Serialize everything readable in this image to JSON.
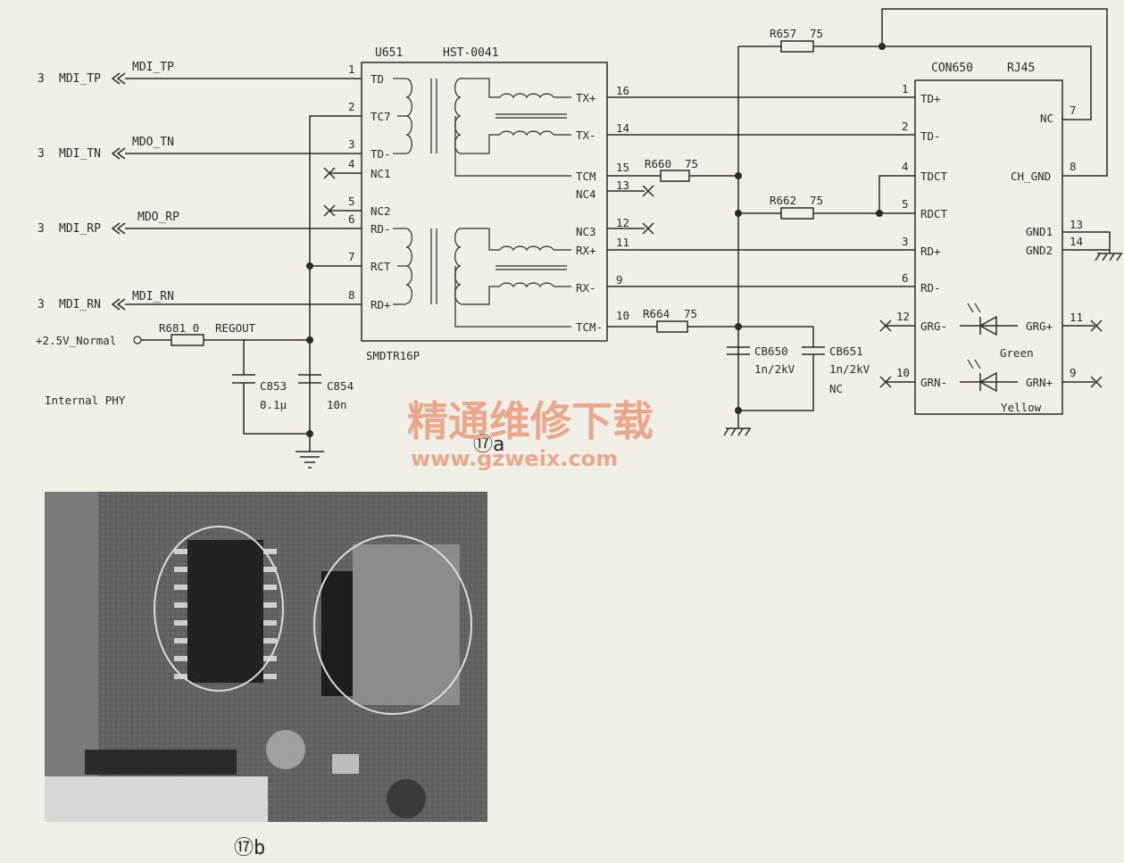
{
  "schematic": {
    "transformer": {
      "ref": "U651",
      "part": "HST-0041",
      "package": "SMDTR16P"
    },
    "connector": {
      "ref": "CON650",
      "type": "RJ45"
    },
    "left_nets": [
      {
        "prefix": "3",
        "port": "MDI_TP",
        "net": "MDI_TP"
      },
      {
        "prefix": "3",
        "port": "MDI_TN",
        "net": "MDO_TN"
      },
      {
        "prefix": "3",
        "port": "MDI_RP",
        "net": "MDO_RP"
      },
      {
        "prefix": "3",
        "port": "MDI_RN",
        "net": "MDI_RN"
      }
    ],
    "power_label": "+2.5V_Normal",
    "phy_note": "Internal PHY",
    "regout": {
      "res": "R681 0",
      "net": "REGOUT"
    },
    "caps_left": [
      {
        "ref": "C853",
        "val": "0.1μ"
      },
      {
        "ref": "C854",
        "val": "10n"
      }
    ],
    "u651_pins_left": [
      {
        "num": "1",
        "name": "TD"
      },
      {
        "num": "2",
        "name": "TC7"
      },
      {
        "num": "3",
        "name": "TD-"
      },
      {
        "num": "4",
        "name": "NC1"
      },
      {
        "num": "5",
        "name": "NC2"
      },
      {
        "num": "6",
        "name": "RD-"
      },
      {
        "num": "7",
        "name": "RCT"
      },
      {
        "num": "8",
        "name": "RD+"
      }
    ],
    "u651_pins_right": [
      {
        "num": "16",
        "name": "TX+"
      },
      {
        "num": "14",
        "name": "TX-"
      },
      {
        "num": "15",
        "name": "TCM"
      },
      {
        "num": "13",
        "name": "NC4"
      },
      {
        "num": "12",
        "name": "NC3"
      },
      {
        "num": "11",
        "name": "RX+"
      },
      {
        "num": "9",
        "name": "RX-"
      },
      {
        "num": "10",
        "name": "TCM-"
      }
    ],
    "resistors": [
      {
        "ref": "R657",
        "val": "75"
      },
      {
        "ref": "R660",
        "val": "75"
      },
      {
        "ref": "R662",
        "val": "75"
      },
      {
        "ref": "R664",
        "val": "75"
      }
    ],
    "caps_mid": [
      {
        "ref": "CB650",
        "val": "1n/2kV",
        "note": ""
      },
      {
        "ref": "CB651",
        "val": "1n/2kV",
        "note": "NC"
      }
    ],
    "con_pins_left": [
      {
        "num": "1",
        "name": "TD+"
      },
      {
        "num": "2",
        "name": "TD-"
      },
      {
        "num": "4",
        "name": "TDCT"
      },
      {
        "num": "5",
        "name": "RDCT"
      },
      {
        "num": "3",
        "name": "RD+"
      },
      {
        "num": "6",
        "name": "RD-"
      },
      {
        "num": "12",
        "name": "GRG-"
      },
      {
        "num": "10",
        "name": "GRN-"
      }
    ],
    "con_pins_right": [
      {
        "num": "7",
        "name": "NC"
      },
      {
        "num": "8",
        "name": "CH_GND"
      },
      {
        "num": "13",
        "name": "GND1"
      },
      {
        "num": "14",
        "name": "GND2"
      },
      {
        "num": "11",
        "name": "GRG+"
      },
      {
        "num": "9",
        "name": "GRN+"
      }
    ],
    "led_labels": [
      "Green",
      "Yellow"
    ],
    "figure_label": "⑰a"
  },
  "watermark": {
    "cn": "精通维修下载",
    "url": "www.gzweix.com"
  },
  "photo": {
    "figure_label": "⑰b"
  },
  "colors": {
    "ink": "#2a2a2a",
    "paper": "#f2efe9",
    "watermark": "#e9a88c"
  }
}
